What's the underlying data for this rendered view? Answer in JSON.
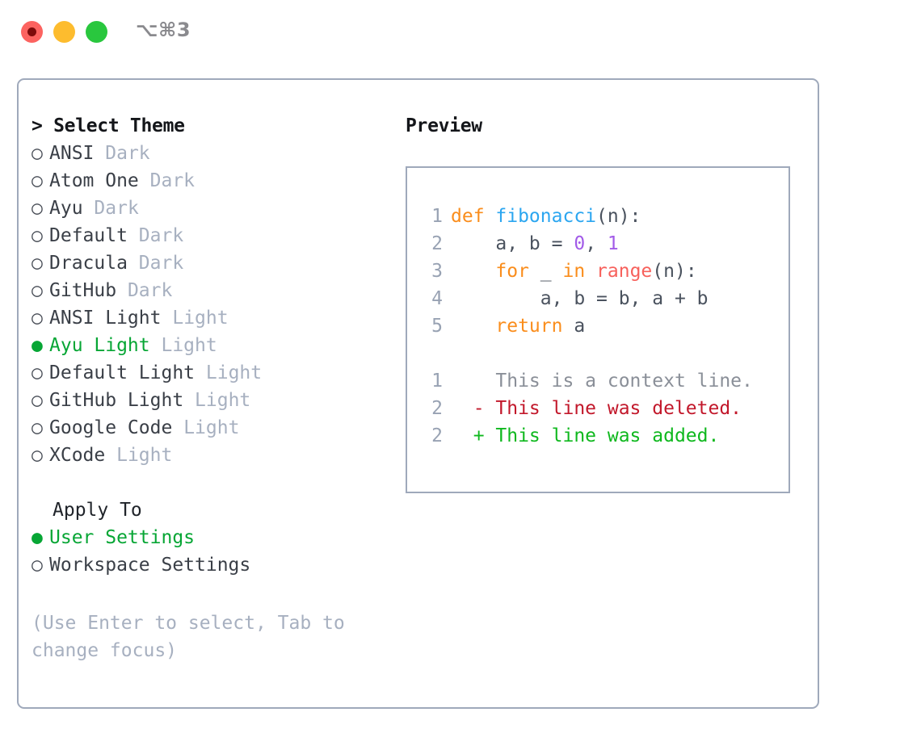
{
  "titlebar": {
    "shortcut": "⌥⌘3",
    "buttons": {
      "close": "close-button",
      "minimize": "minimize-button",
      "maximize": "maximize-button"
    }
  },
  "colors": {
    "accent_green": "#07A635",
    "panel_border": "#9FA9BB",
    "muted": "#A7B0C0",
    "text": "#3A3F47",
    "line_number": "#98A2B3",
    "keyword": "#FA8D1C",
    "function": "#2BA6F0",
    "number": "#A25BE8",
    "call": "#F7615C",
    "diff_add": "#0FB81E",
    "diff_del": "#C2182B",
    "diff_ctx": "#8A8F98"
  },
  "left": {
    "header": "> Select Theme",
    "themes": [
      {
        "marker": "○",
        "name": "ANSI",
        "category": "Dark",
        "selected": false
      },
      {
        "marker": "○",
        "name": "Atom One",
        "category": "Dark",
        "selected": false
      },
      {
        "marker": "○",
        "name": "Ayu",
        "category": "Dark",
        "selected": false
      },
      {
        "marker": "○",
        "name": "Default",
        "category": "Dark",
        "selected": false
      },
      {
        "marker": "○",
        "name": "Dracula",
        "category": "Dark",
        "selected": false
      },
      {
        "marker": "○",
        "name": "GitHub",
        "category": "Dark",
        "selected": false
      },
      {
        "marker": "○",
        "name": "ANSI Light",
        "category": "Light",
        "selected": false
      },
      {
        "marker": "●",
        "name": "Ayu Light",
        "category": "Light",
        "selected": true
      },
      {
        "marker": "○",
        "name": "Default Light",
        "category": "Light",
        "selected": false
      },
      {
        "marker": "○",
        "name": "GitHub Light",
        "category": "Light",
        "selected": false
      },
      {
        "marker": "○",
        "name": "Google Code",
        "category": "Light",
        "selected": false
      },
      {
        "marker": "○",
        "name": "XCode",
        "category": "Light",
        "selected": false
      }
    ],
    "apply_to": {
      "header": "Apply To",
      "options": [
        {
          "marker": "●",
          "label": "User Settings",
          "selected": true
        },
        {
          "marker": "○",
          "label": "Workspace Settings",
          "selected": false
        }
      ]
    },
    "hint": "(Use Enter to select, Tab to change focus)"
  },
  "right": {
    "header": "Preview",
    "code_lines": [
      {
        "number": "1",
        "tokens": [
          {
            "text": "def ",
            "type": "kw"
          },
          {
            "text": "fibonacci",
            "type": "fn"
          },
          {
            "text": "(n):",
            "type": "punc"
          }
        ]
      },
      {
        "number": "2",
        "tokens": [
          {
            "text": "    a, b = ",
            "type": "pln"
          },
          {
            "text": "0",
            "type": "num"
          },
          {
            "text": ", ",
            "type": "pln"
          },
          {
            "text": "1",
            "type": "num"
          }
        ]
      },
      {
        "number": "3",
        "tokens": [
          {
            "text": "    ",
            "type": "pln"
          },
          {
            "text": "for",
            "type": "kw"
          },
          {
            "text": " _ ",
            "type": "pln"
          },
          {
            "text": "in",
            "type": "kw"
          },
          {
            "text": " ",
            "type": "pln"
          },
          {
            "text": "range",
            "type": "call"
          },
          {
            "text": "(n):",
            "type": "punc"
          }
        ]
      },
      {
        "number": "4",
        "tokens": [
          {
            "text": "        a, b = b, a + b",
            "type": "pln"
          }
        ]
      },
      {
        "number": "5",
        "tokens": [
          {
            "text": "    ",
            "type": "pln"
          },
          {
            "text": "return",
            "type": "kw"
          },
          {
            "text": " a",
            "type": "pln"
          }
        ]
      }
    ],
    "diff_lines": [
      {
        "number": "1",
        "sign": " ",
        "text": "This is a context line.",
        "type": "ctx"
      },
      {
        "number": "2",
        "sign": "-",
        "text": "This line was deleted.",
        "type": "del"
      },
      {
        "number": "2",
        "sign": "+",
        "text": "This line was added.",
        "type": "add"
      }
    ]
  }
}
